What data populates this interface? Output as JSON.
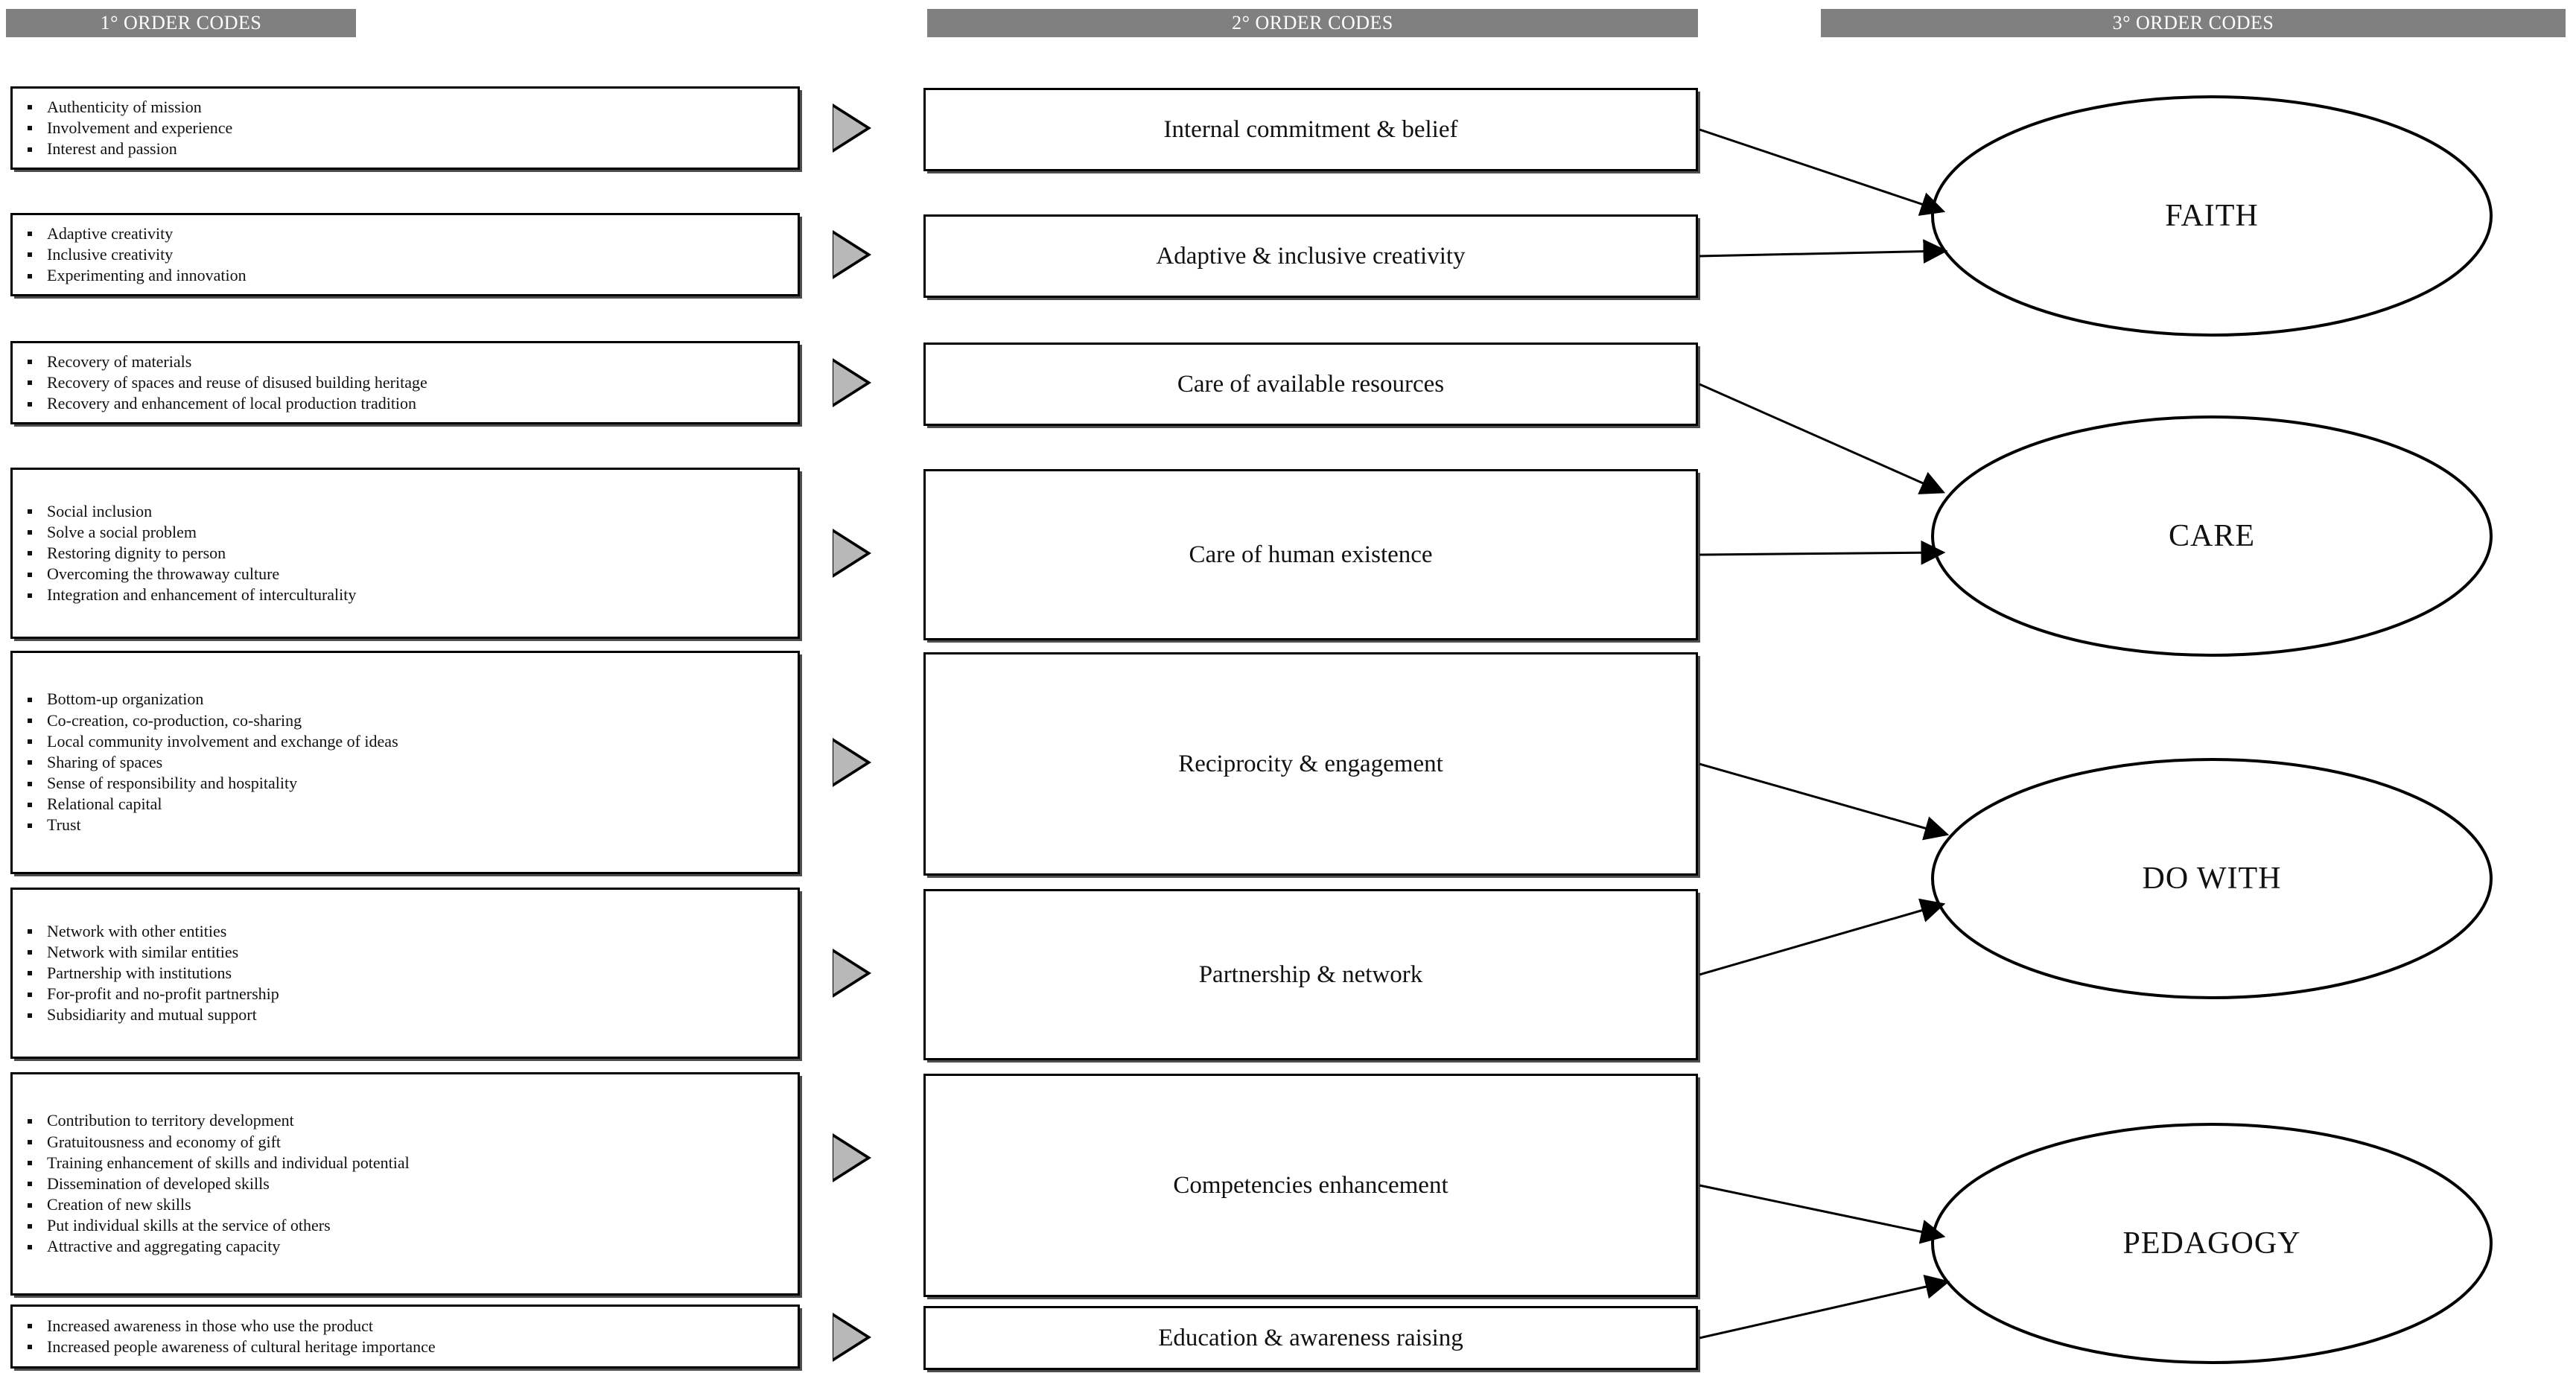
{
  "columns": {
    "first": {
      "header": "1° ORDER CODES"
    },
    "second": {
      "header": "2° ORDER CODES"
    },
    "third": {
      "header": "3° ORDER CODES"
    }
  },
  "first_order_groups": [
    {
      "id": "g1",
      "items": [
        "Authenticity of mission",
        "Involvement and experience",
        "Interest and passion"
      ]
    },
    {
      "id": "g2",
      "items": [
        "Adaptive creativity",
        "Inclusive creativity",
        "Experimenting and innovation"
      ]
    },
    {
      "id": "g3",
      "items": [
        "Recovery of materials",
        "Recovery of spaces and reuse of disused building heritage",
        "Recovery and enhancement of local production tradition"
      ]
    },
    {
      "id": "g4",
      "items": [
        "Social inclusion",
        "Solve a social problem",
        "Restoring dignity to person",
        "Overcoming the throwaway culture",
        "Integration and enhancement of interculturality"
      ]
    },
    {
      "id": "g5",
      "items": [
        "Bottom-up organization",
        "Co-creation, co-production, co-sharing",
        "Local community involvement and exchange of ideas",
        "Sharing of spaces",
        "Sense of responsibility and hospitality",
        "Relational capital",
        "Trust"
      ]
    },
    {
      "id": "g6",
      "items": [
        "Network with other entities",
        "Network with similar entities",
        "Partnership with institutions",
        "For-profit and no-profit partnership",
        "Subsidiarity and mutual support"
      ]
    },
    {
      "id": "g7",
      "items": [
        "Contribution to territory development",
        "Gratuitousness and economy of gift",
        "Training enhancement of skills and individual potential",
        "Dissemination of developed skills",
        "Creation of new skills",
        "Put individual skills at the service of others",
        "Attractive and aggregating capacity"
      ]
    },
    {
      "id": "g8",
      "items": [
        "Increased awareness in those who use the product",
        "Increased people awareness of cultural heritage importance"
      ]
    }
  ],
  "second_order_codes": [
    {
      "id": "s1",
      "label": "Internal commitment & belief"
    },
    {
      "id": "s2",
      "label": "Adaptive & inclusive creativity"
    },
    {
      "id": "s3",
      "label": "Care of available resources"
    },
    {
      "id": "s4",
      "label": "Care of human existence"
    },
    {
      "id": "s5",
      "label": "Reciprocity & engagement"
    },
    {
      "id": "s6",
      "label": "Partnership & network"
    },
    {
      "id": "s7",
      "label": "Competencies enhancement"
    },
    {
      "id": "s8",
      "label": "Education & awareness raising"
    }
  ],
  "third_order_codes": [
    {
      "id": "t1",
      "label": "FAITH"
    },
    {
      "id": "t2",
      "label": "CARE"
    },
    {
      "id": "t3",
      "label": "DO WITH"
    },
    {
      "id": "t4",
      "label": "PEDAGOGY"
    }
  ],
  "links": [
    {
      "from": "s1",
      "to": "t1"
    },
    {
      "from": "s2",
      "to": "t1"
    },
    {
      "from": "s3",
      "to": "t2"
    },
    {
      "from": "s4",
      "to": "t2"
    },
    {
      "from": "s5",
      "to": "t3"
    },
    {
      "from": "s6",
      "to": "t3"
    },
    {
      "from": "s7",
      "to": "t4"
    },
    {
      "from": "s8",
      "to": "t4"
    }
  ],
  "colors": {
    "header_bar": "#808080",
    "header_text": "#ffffff",
    "box_border": "#000000",
    "box_fill": "#ffffff",
    "triangle_fill": "#b8b8b8",
    "arrow": "#000000"
  }
}
